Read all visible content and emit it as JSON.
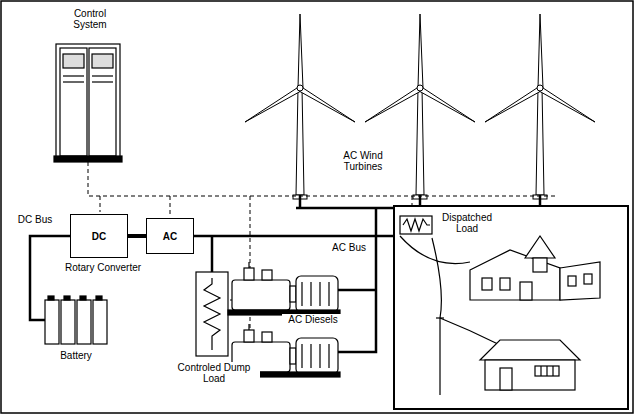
{
  "diagram": {
    "nodes": [
      {
        "text": [
          "DC"
        ]
      },
      {
        "text": [
          "AC"
        ]
      }
    ],
    "edges": [
      {
        "from": 0,
        "to": 1,
        "arrow": "none"
      }
    ],
    "labels": [
      "Control System",
      "AC Wind Turbines",
      "DC Bus",
      "Rotary Converter",
      "AC Bus",
      "Dispatched Load",
      "AC Diesels",
      "Battery",
      "Controled Dump Load"
    ]
  }
}
